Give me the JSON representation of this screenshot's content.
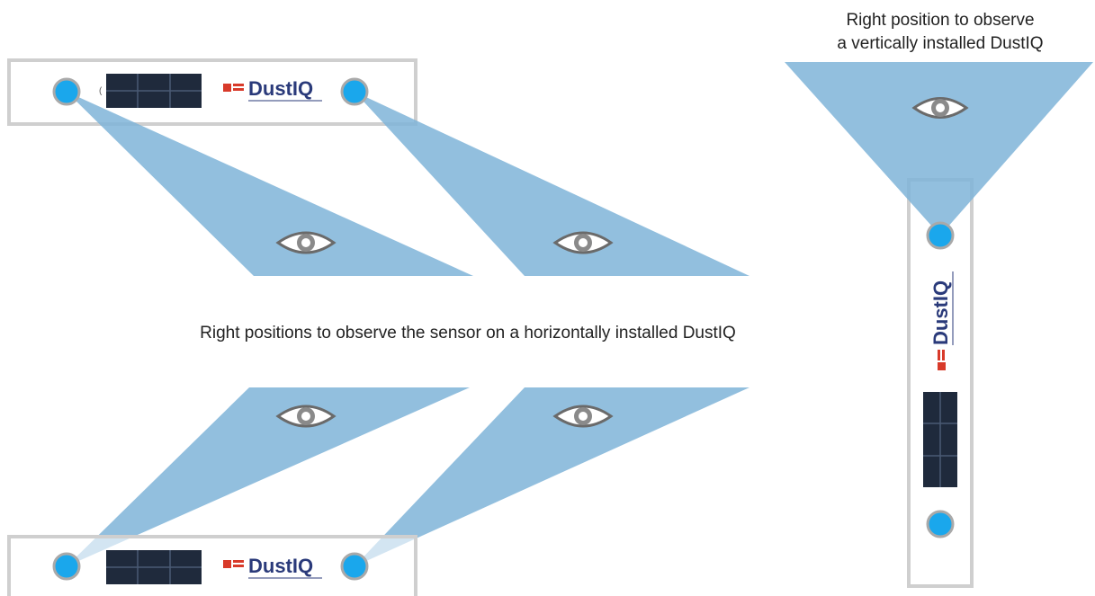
{
  "colors": {
    "cone": "#7fb4d8",
    "sensor": "#1aa7ec",
    "frame": "#c8c8c8",
    "panel": "#1f2a3c",
    "logo": "#2a3a7a",
    "eye": "#666666"
  },
  "captions": {
    "vertical_line1": "Right position to observe",
    "vertical_line2": "a vertically installed DustIQ",
    "horizontal": "Right positions to observe the sensor on a horizontally installed DustIQ"
  },
  "device": {
    "brand": "DustIQ"
  },
  "icons": {
    "eye": "eye-icon",
    "sensor": "sensor-dot",
    "solar_panel": "solar-panel"
  }
}
